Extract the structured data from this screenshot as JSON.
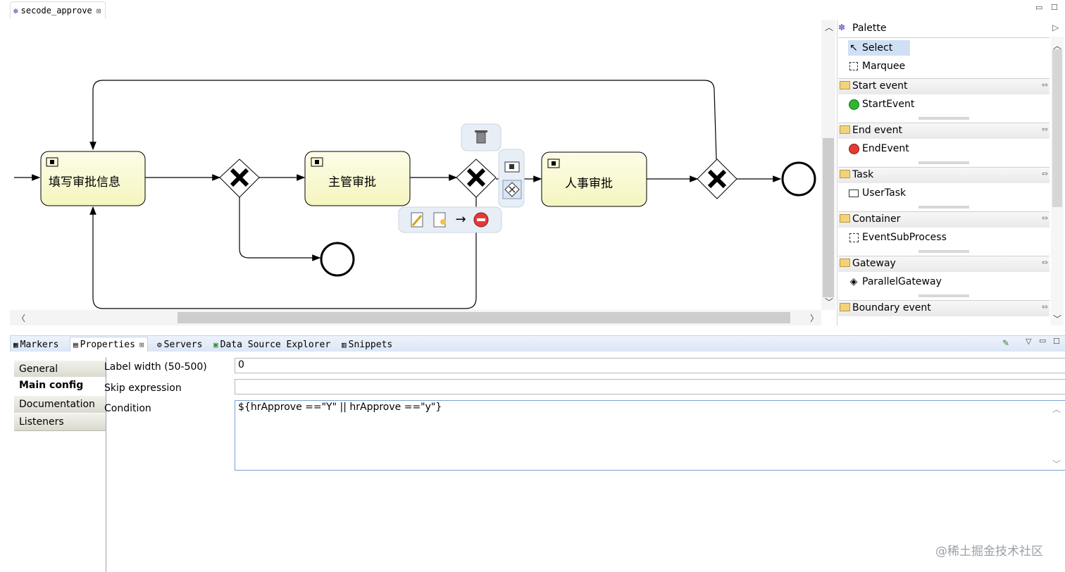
{
  "editor": {
    "tab_label": "secode_approve",
    "tab_close": "⊠",
    "minimize": "▭",
    "maximize": "☐"
  },
  "diagram": {
    "tasks": [
      {
        "label": "填写审批信息"
      },
      {
        "label": "主管审批"
      },
      {
        "label": "人事审批"
      }
    ],
    "context_pad": {
      "delete_icon": "trash-icon",
      "task_icon": "user-task-icon",
      "gateway_icon": "gateway-icon",
      "arrow": "→"
    }
  },
  "palette": {
    "title": "Palette",
    "collapse_arrow": "▷",
    "tools": [
      {
        "label": "Select",
        "icon": "pointer-icon"
      },
      {
        "label": "Marquee",
        "icon": "marquee-icon"
      }
    ],
    "drawers": [
      {
        "label": "Start event",
        "entry": "StartEvent",
        "entry_icon": "green-circle-icon"
      },
      {
        "label": "End event",
        "entry": "EndEvent",
        "entry_icon": "red-circle-icon"
      },
      {
        "label": "Task",
        "entry": "UserTask",
        "entry_icon": "user-task-icon"
      },
      {
        "label": "Container",
        "entry": "EventSubProcess",
        "entry_icon": "dashed-box-icon"
      },
      {
        "label": "Gateway",
        "entry": "ParallelGateway",
        "entry_icon": "parallel-gateway-icon"
      },
      {
        "label": "Boundary event",
        "entry": "",
        "entry_icon": ""
      }
    ]
  },
  "bottom_tabs": [
    {
      "label": "Markers",
      "icon": "markers-icon"
    },
    {
      "label": "Properties",
      "icon": "properties-icon",
      "close": "⊠"
    },
    {
      "label": "Servers",
      "icon": "servers-icon"
    },
    {
      "label": "Data Source Explorer",
      "icon": "data-source-icon"
    },
    {
      "label": "Snippets",
      "icon": "snippets-icon"
    }
  ],
  "properties": {
    "side_tabs": [
      {
        "label": "General",
        "active": false
      },
      {
        "label": "Main config",
        "active": true
      },
      {
        "label": "Documentation",
        "active": false
      },
      {
        "label": "Listeners",
        "active": false
      }
    ],
    "fields": {
      "label_width_label": "Label width (50-500)",
      "label_width_value": "0",
      "skip_expression_label": "Skip expression",
      "skip_expression_value": "",
      "condition_label": "Condition",
      "condition_value": "${hrApprove ==\"Y\" || hrApprove ==\"y\"}"
    }
  },
  "watermark": "@稀土掘金技术社区",
  "colors": {
    "task_fill_top": "#fdfde8",
    "task_fill_bottom": "#f5f5bf",
    "tab_bar": "#dbe6f5",
    "selection": "#cfe0f5"
  }
}
